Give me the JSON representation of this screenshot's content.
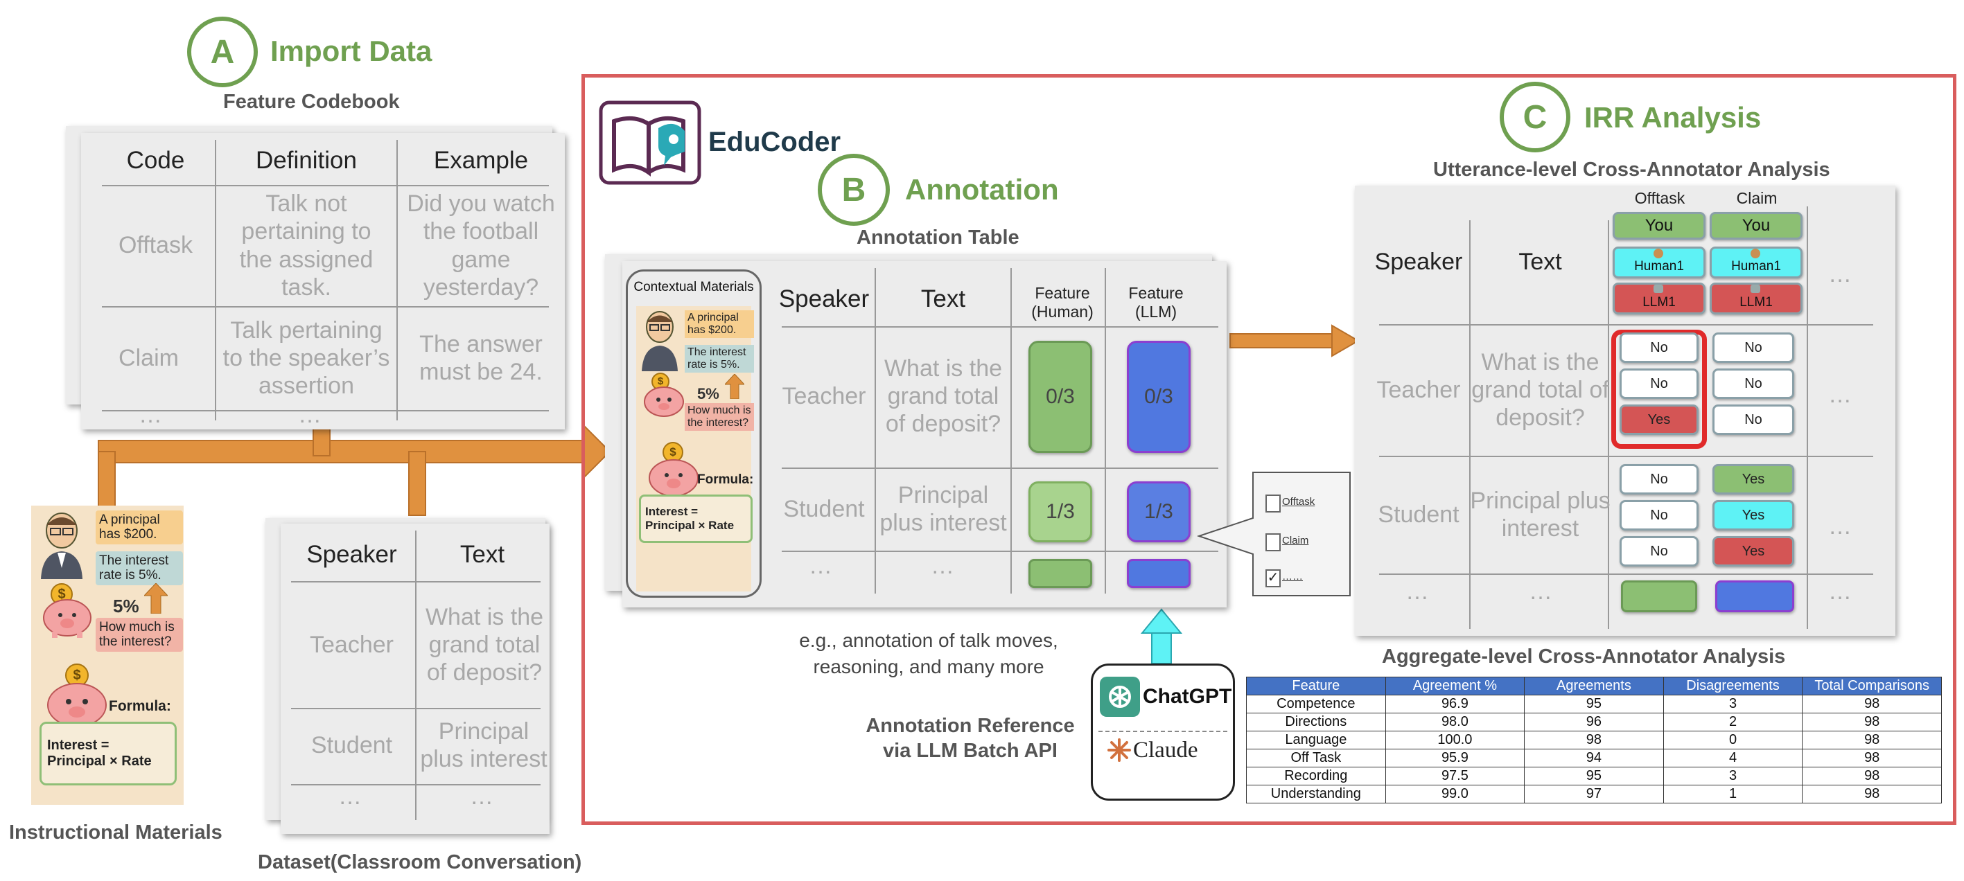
{
  "sections": {
    "a": {
      "letter": "A",
      "title": "Import Data"
    },
    "b": {
      "letter": "B",
      "title": "Annotation"
    },
    "c": {
      "letter": "C",
      "title": "IRR Analysis"
    }
  },
  "codebook": {
    "subtitle": "Feature Codebook",
    "headers": [
      "Code",
      "Definition",
      "Example"
    ],
    "rows": [
      [
        "Offtask",
        "Talk not pertaining to the assigned task.",
        "Did you watch the football game yesterday?"
      ],
      [
        "Claim",
        "Talk pertaining to the speaker’s assertion",
        "The answer must be 24."
      ]
    ],
    "ellipsis": "…"
  },
  "materials": {
    "caption": "Instructional Materials",
    "note1": "A principal has $200.",
    "note2": "The interest rate is 5%.",
    "percent": "5%",
    "note3": "How much is the interest?",
    "formula_label": "Formula:",
    "formula": "Interest = Principal × Rate",
    "contextual_title": "Contextual Materials"
  },
  "dataset": {
    "caption": "Dataset(Classroom Conversation)",
    "headers": [
      "Speaker",
      "Text"
    ],
    "rows": [
      [
        "Teacher",
        "What is the grand total of deposit?"
      ],
      [
        "Student",
        "Principal plus interest"
      ]
    ],
    "ellipsis": "…"
  },
  "brand": {
    "name": "EduCoder"
  },
  "annotation": {
    "subtitle": "Annotation Table",
    "headers": [
      "Speaker",
      "Text",
      "Feature (Human)",
      "Feature (LLM)"
    ],
    "rows": [
      {
        "speaker": "Teacher",
        "text": "What is the grand total of deposit?",
        "human": "0/3",
        "llm": "0/3"
      },
      {
        "speaker": "Student",
        "text": "Principal plus interest",
        "human": "1/3",
        "llm": "1/3"
      }
    ],
    "ellipsis": "…",
    "options": [
      "Offtask",
      "Claim",
      "……"
    ],
    "example_caption": "e.g., annotation of talk moves, reasoning, and many more",
    "llm_ref_caption": "Annotation Reference via LLM Batch API",
    "llm_names": [
      "ChatGPT",
      "Claude"
    ]
  },
  "irr": {
    "utterance_subtitle": "Utterance-level Cross-Annotator Analysis",
    "headers": [
      "Speaker",
      "Text"
    ],
    "feature_columns": [
      "Offtask",
      "Claim"
    ],
    "annotators": [
      "You",
      "Human1",
      "LLM1"
    ],
    "rows": [
      {
        "speaker": "Teacher",
        "text": "What is the grand total of deposit?",
        "offtask": [
          "No",
          "No",
          "Yes"
        ],
        "claim": [
          "No",
          "No",
          "No"
        ]
      },
      {
        "speaker": "Student",
        "text": "Principal plus interest",
        "offtask": [
          "No",
          "No",
          "No"
        ],
        "claim": [
          "Yes",
          "Yes",
          "Yes"
        ]
      }
    ],
    "ellipsis": "…",
    "aggregate_subtitle": "Aggregate-level Cross-Annotator Analysis",
    "aggregate_headers": [
      "Feature",
      "Agreement %",
      "Agreements",
      "Disagreements",
      "Total Comparisons"
    ],
    "aggregate_rows": [
      [
        "Competence",
        "96.9",
        "95",
        "3",
        "98"
      ],
      [
        "Directions",
        "98.0",
        "96",
        "2",
        "98"
      ],
      [
        "Language",
        "100.0",
        "98",
        "0",
        "98"
      ],
      [
        "Off Task",
        "95.9",
        "94",
        "4",
        "98"
      ],
      [
        "Recording",
        "97.5",
        "95",
        "3",
        "98"
      ],
      [
        "Understanding",
        "99.0",
        "97",
        "1",
        "98"
      ]
    ]
  },
  "colors": {
    "accent_green": "#6fa050",
    "arrow_orange": "#e0913f",
    "frame_red": "#d95d5d",
    "human_green": "#8cbf73",
    "llm_blue": "#5078e0",
    "cyan": "#5ef2f5",
    "red_label": "#d45555"
  }
}
